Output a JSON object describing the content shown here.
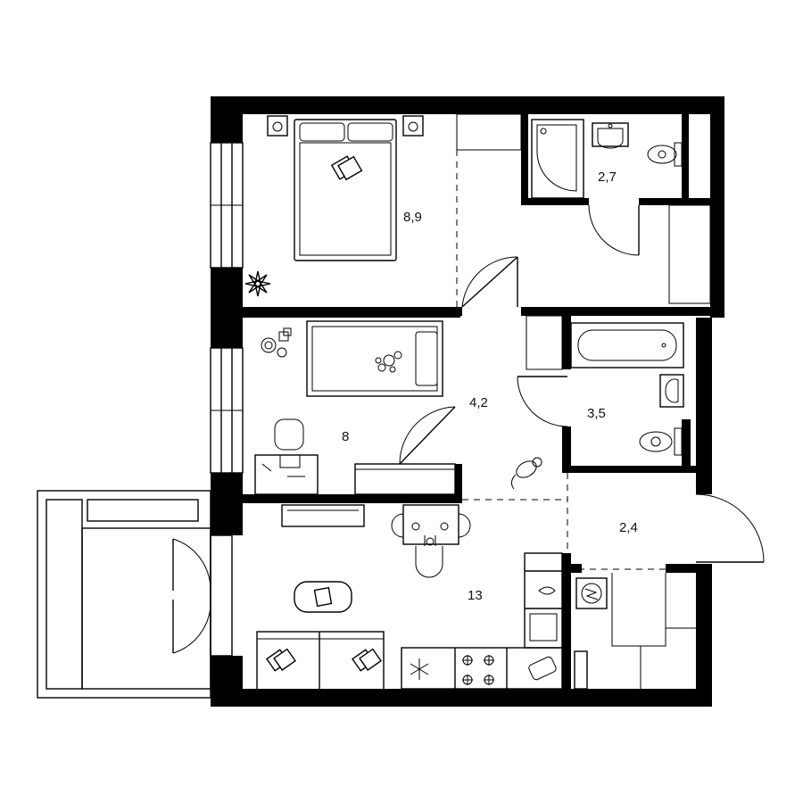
{
  "rooms": {
    "bedroom": {
      "area": "8,9"
    },
    "bathroom": {
      "area": "2,7"
    },
    "kids_room": {
      "area": "8"
    },
    "hallway": {
      "area": "4,2"
    },
    "bath_room": {
      "area": "3,5"
    },
    "entrance": {
      "area": "2,4"
    },
    "living_kitchen": {
      "area": "13"
    }
  },
  "icons": {
    "flower": "plant-icon",
    "toy": "teddy-bear-icon",
    "cat": "cat-icon",
    "snowflake": "fridge-icon",
    "boiler": "boiler-icon",
    "sink": "drop-icon"
  },
  "colors": {
    "walls": "#000000",
    "background": "#ffffff"
  }
}
